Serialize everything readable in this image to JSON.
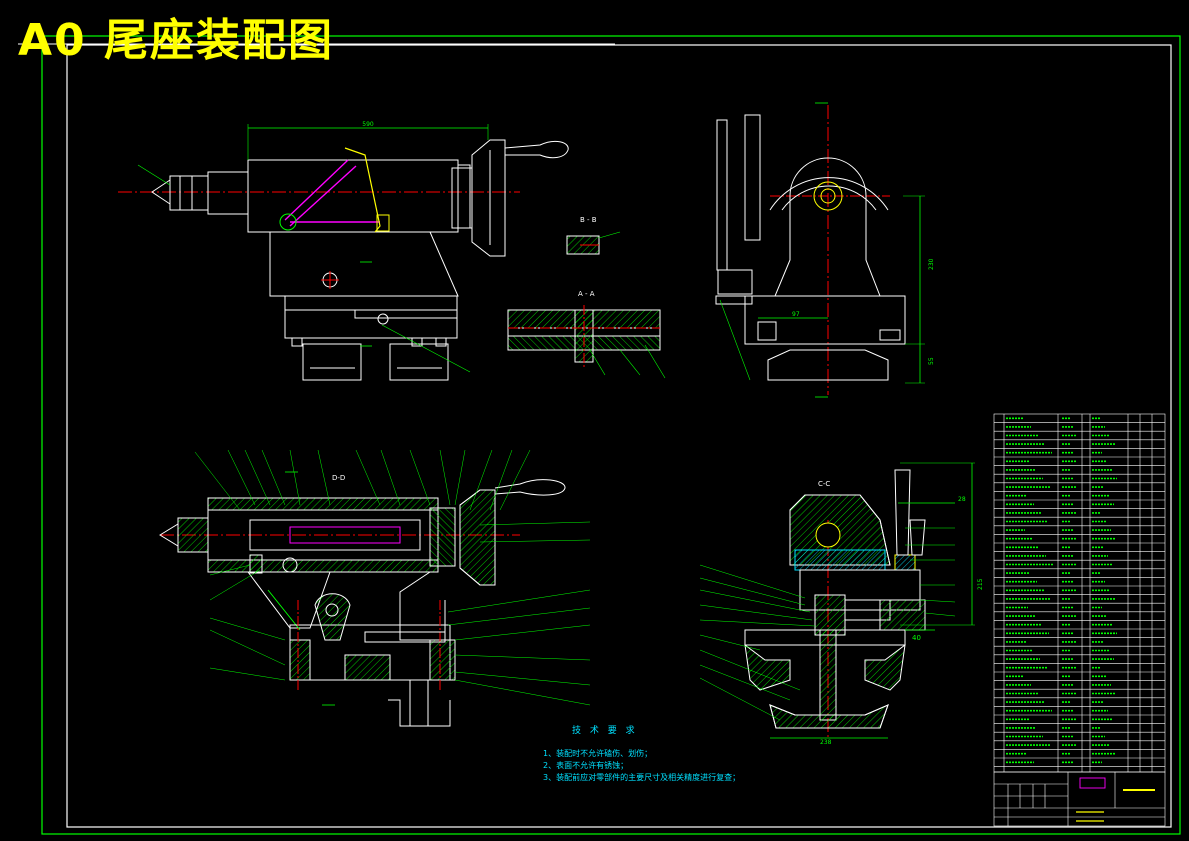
{
  "title": "A0 尾座装配图",
  "technical_requirements": {
    "heading": "技 术 要 求",
    "items": [
      "1、装配时不允许磕伤、划伤；",
      "2、表面不允许有锈蚀；",
      "3、装配前应对零部件的主要尺寸及相关精度进行复查；"
    ]
  },
  "section_labels": {
    "bb": "B - B",
    "aa": "A - A",
    "cc": "C-C",
    "dd": "D-D"
  },
  "dimensions": {
    "top_length": "590",
    "height_top": "230",
    "width_97": "97",
    "height_55": "55",
    "right_28": "28",
    "right_height": "215",
    "right_40": "40",
    "bottom_width": "238"
  },
  "colors": {
    "background": "#000000",
    "outline": "#ffffff",
    "border": "#00ff00",
    "leader": "#00ff00",
    "centerline": "#ff0000",
    "title": "#ffff00",
    "text": "#00e0ff",
    "accent_magenta": "#ff00ff",
    "accent_yellow": "#ffff00",
    "hatch": "#00ff00"
  }
}
